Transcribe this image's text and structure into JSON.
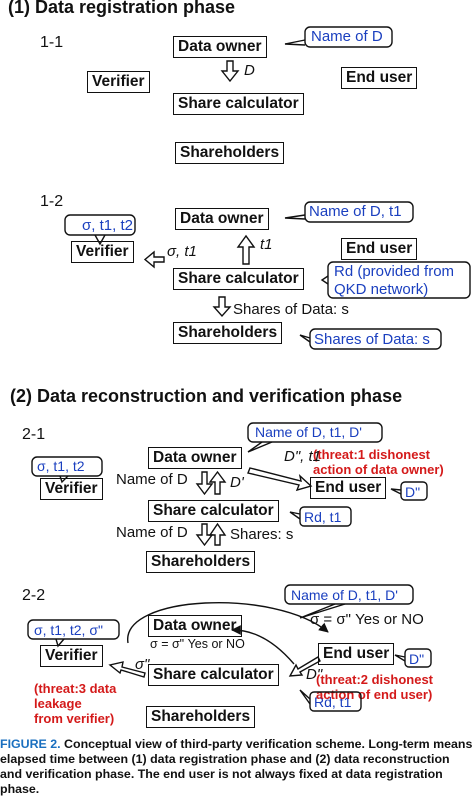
{
  "section1": {
    "title": "(1) Data registration phase",
    "step1": {
      "label": "1-1",
      "data_owner": "Data owner",
      "verifier": "Verifier",
      "end_user": "End user",
      "share_calculator": "Share calculator",
      "shareholders": "Shareholders",
      "note_owner": "Name of D",
      "arrow_label": "D"
    },
    "step2": {
      "label": "1-2",
      "data_owner": "Data owner",
      "verifier": "Verifier",
      "end_user": "End user",
      "share_calculator": "Share calculator",
      "shareholders": "Shareholders",
      "note_owner": "Name of D, t1",
      "note_verifier": "σ, t1, t2",
      "note_calc": "Rd (provided from QKD network)",
      "note_calc_line1": "Rd (provided from",
      "note_calc_line2": "QKD network)",
      "note_shareholders": "Shares of Data: s",
      "arrow_sigma": "σ, t1",
      "arrow_t1": "t1",
      "arrow_shares": "Shares of Data: s"
    }
  },
  "section2": {
    "title": "(2) Data reconstruction and verification phase",
    "step1": {
      "label": "2-1",
      "data_owner": "Data owner",
      "verifier": "Verifier",
      "end_user": "End user",
      "share_calculator": "Share calculator",
      "shareholders": "Shareholders",
      "note_owner": "Name of D, t1, D'",
      "note_verifier": "σ, t1, t2",
      "note_enduser": "D\"",
      "note_calc": "Rd, t1",
      "threat1_line1": "(threat:1 dishonest",
      "threat1_line2": "action of data owner)",
      "arrow_d2_t1": "D\", t1",
      "arrow_nameD": "Name of D",
      "arrow_dprime": "D'",
      "arrow_nameD2": "Name of D",
      "arrow_shares": "Shares: s"
    },
    "step2": {
      "label": "2-2",
      "data_owner": "Data owner",
      "verifier": "Verifier",
      "end_user": "End user",
      "share_calculator": "Share calculator",
      "shareholders": "Shareholders",
      "note_top": "Name of D, t1, D'",
      "note_verifier": "σ, t1, t2, σ\"",
      "note_enduser": "D\"",
      "note_calc": "Rd, t1",
      "eq_right": "σ = σ\" Yes or NO",
      "eq_owner": "σ = σ\" Yes or NO",
      "arrow_sigma2": "σ\"",
      "arrow_d2": "D\"",
      "threat2_line1": "(threat:2 dishonest",
      "threat2_line2": "action of end user)",
      "threat3_line1": "(threat:3 data",
      "threat3_line2": "leakage",
      "threat3_line3": "from verifier)"
    }
  },
  "caption": {
    "label": "FIGURE 2.",
    "text": "Conceptual view of third-party verification scheme. Long-term means elapsed time between (1) data registration phase and (2) data reconstruction and verification phase. The end user is not always fixed at data registration phase."
  },
  "colors": {
    "note_text": "#1a3fbf",
    "threat": "#d41a1a",
    "caption_label": "#1a6fbf"
  }
}
